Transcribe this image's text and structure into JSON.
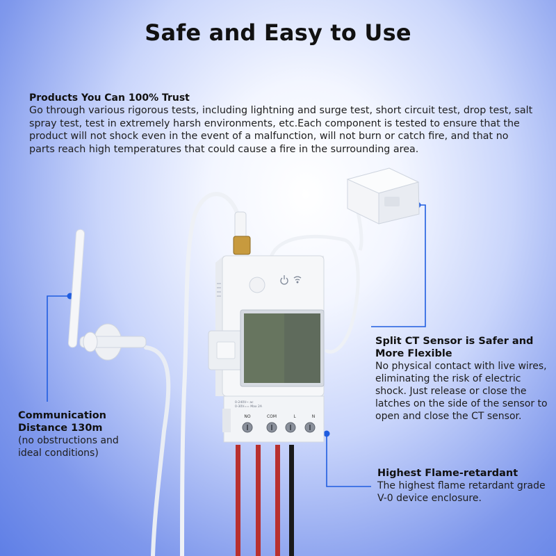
{
  "title": "Safe and Easy to Use",
  "intro": {
    "heading": "Products You Can 100% Trust",
    "body": "Go through various rigorous tests, including lightning and surge test, short circuit test, drop test, salt spray test, test in extremely harsh environments, etc.Each component is tested to ensure that the product will not shock even in the event of a malfunction, will not burn or catch fire, and that no parts reach high temperatures that could cause a fire in the surrounding area."
  },
  "callouts": {
    "communication": {
      "heading": "Communication Distance 130m",
      "body": "(no obstructions and ideal conditions)"
    },
    "ct_sensor": {
      "heading": "Split CT Sensor is Safer and More Flexible",
      "body": "No physical contact with live wires, eliminating the risk of electric shock. Just release or close the latches on the side of the sensor to open and close the CT sensor."
    },
    "flame": {
      "heading": "Highest Flame-retardant",
      "body": "The highest flame retardant grade V-0 device enclosure."
    }
  },
  "device": {
    "terminal_labels": [
      "NO",
      "COM",
      "L",
      "N"
    ],
    "rating_line_1": "0-240V~ ac",
    "rating_line_2": "0-30V== Max 2A"
  },
  "colors": {
    "accent_blue": "#1f5de0",
    "wire_red": "#b8302f",
    "wire_black": "#1a1a1a"
  }
}
